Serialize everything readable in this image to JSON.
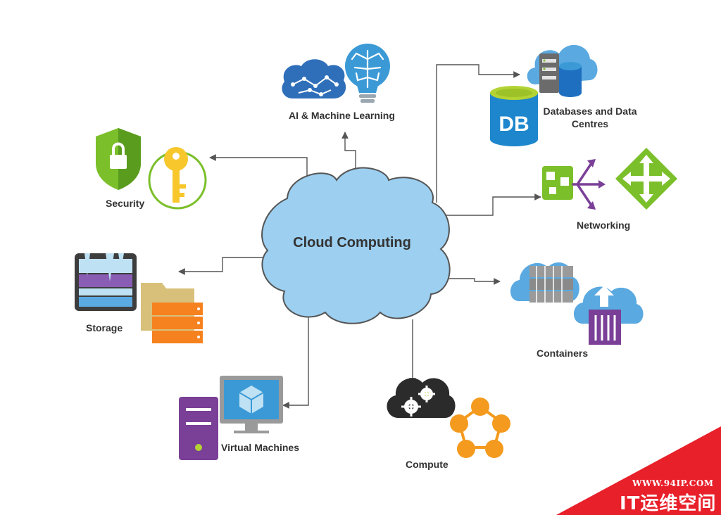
{
  "center": {
    "label": "Cloud Computing"
  },
  "nodes": {
    "ai": {
      "label": "AI & Machine Learning"
    },
    "databases": {
      "label_line1": "Databases and Data",
      "label_line2": "Centres"
    },
    "security": {
      "label": "Security"
    },
    "networking": {
      "label": "Networking"
    },
    "storage": {
      "label": "Storage"
    },
    "containers": {
      "label": "Containers"
    },
    "virtual_machines": {
      "label": "Virtual Machines"
    },
    "compute": {
      "label": "Compute"
    }
  },
  "watermark": {
    "url": "WWW.94IP.COM",
    "name": "IT运维空间"
  },
  "colors": {
    "cloud_fill": "#9ccff0",
    "cloud_stroke": "#555555",
    "connector": "#555555",
    "azure_blue": "#3b8fd6",
    "green": "#7bbf2a",
    "yellow": "#f7c72c",
    "purple": "#7a3f97",
    "orange": "#f39a1f",
    "watermark_red": "#e8202a"
  }
}
